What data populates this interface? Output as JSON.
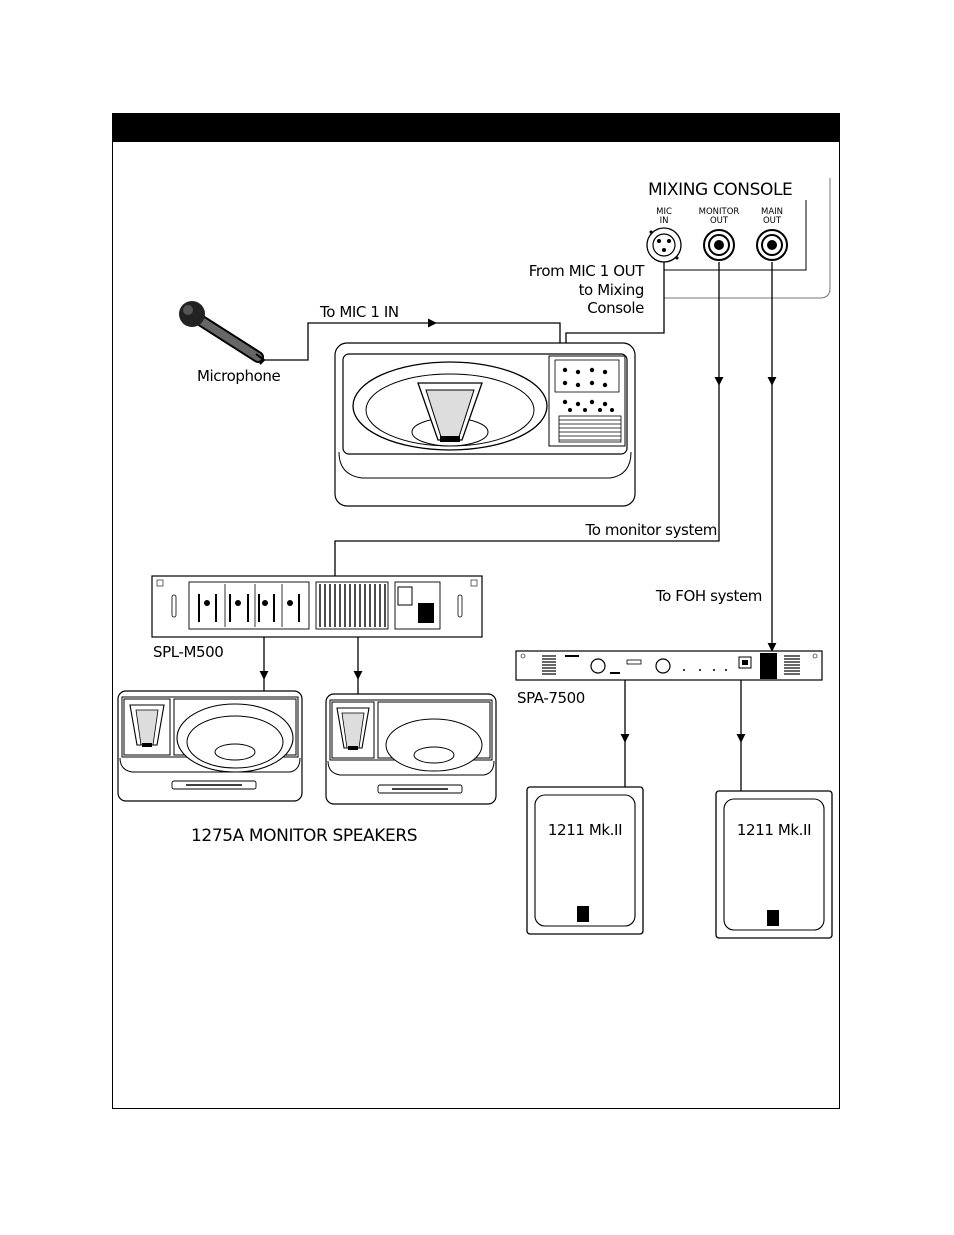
{
  "header": {
    "title": ""
  },
  "mixing_console": {
    "title": "MIXING CONSOLE",
    "jacks": [
      {
        "label_line1": "MIC",
        "label_line2": "IN"
      },
      {
        "label_line1": "MONITOR",
        "label_line2": "OUT"
      },
      {
        "label_line1": "MAIN",
        "label_line2": "OUT"
      }
    ]
  },
  "labels": {
    "from_mic_line1": "From MIC 1 OUT",
    "from_mic_line2": "to Mixing",
    "from_mic_line3": "Console",
    "to_mic_in": "To MIC 1 IN",
    "microphone": "Microphone",
    "to_monitor": "To monitor system",
    "to_foh": "To FOH system",
    "spl_m500": "SPL-M500",
    "spa_7500": "SPA-7500",
    "monitor_speakers": "1275A MONITOR SPEAKERS",
    "foh_speaker_left": "1211 Mk.II",
    "foh_speaker_right": "1211 Mk.II"
  },
  "icons": [
    "microphone-icon",
    "powered-mixer-icon",
    "power-amplifier-icon",
    "monitor-speaker-icon",
    "foh-speaker-icon",
    "xlr-jack-icon"
  ]
}
